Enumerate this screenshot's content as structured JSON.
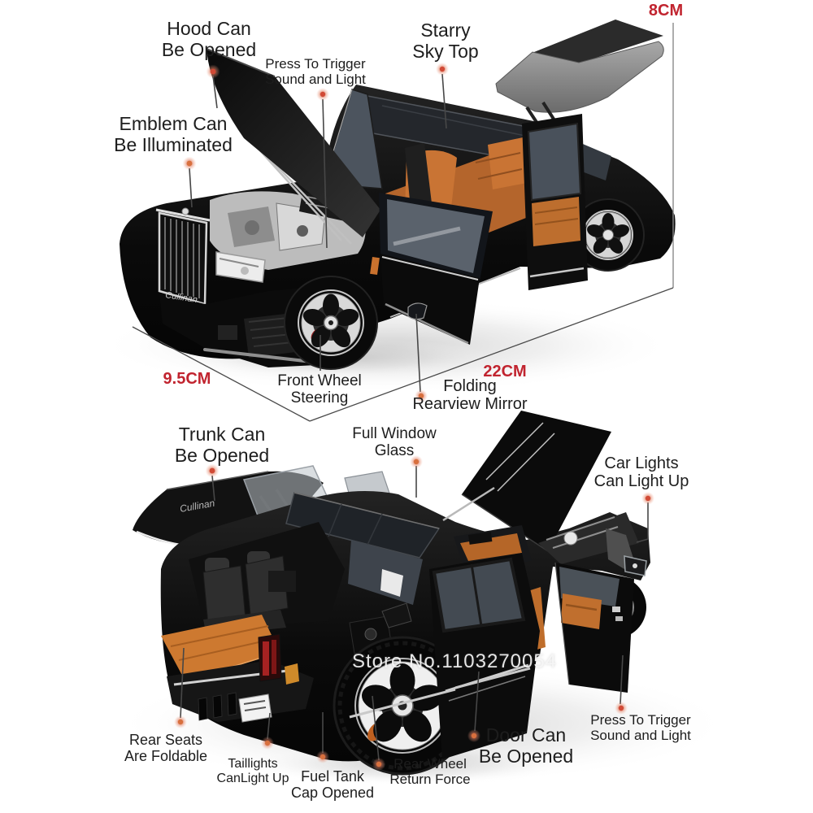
{
  "badge": "Cullinan",
  "watermark": "Store No.1103270054",
  "dims": {
    "height": "8CM",
    "width": "9.5CM",
    "length": "22CM"
  },
  "labels": {
    "hood": "Hood Can\nBe Opened",
    "press_top": "Press To Trigger\nSound and Light",
    "starry": "Starry\nSky Top",
    "emblem": "Emblem Can\nBe Illuminated",
    "front_wheel": "Front Wheel\nSteering",
    "folding_mirror": "Folding\nRearview Mirror",
    "trunk": "Trunk Can\nBe Opened",
    "full_window": "Full Window\nGlass",
    "car_lights": "Car Lights\nCan Light Up",
    "rear_seats": "Rear Seats\nAre Foldable",
    "taillights": "Taillights\nCanLight Up",
    "fuel_tank": "Fuel Tank\nCap Opened",
    "rear_wheel": "Rear Wheel\nReturn Force",
    "door": "Door Can\nBe Opened",
    "press_bottom": "Press To Trigger\nSound and Light"
  },
  "colors": {
    "accent_red": "#c1242f",
    "pointer_dot": "#d94f3b",
    "label_text": "#1d1d1d",
    "car_body": "#0b0b0b",
    "interior_orange": "#c06f2e",
    "background": "#ffffff"
  }
}
